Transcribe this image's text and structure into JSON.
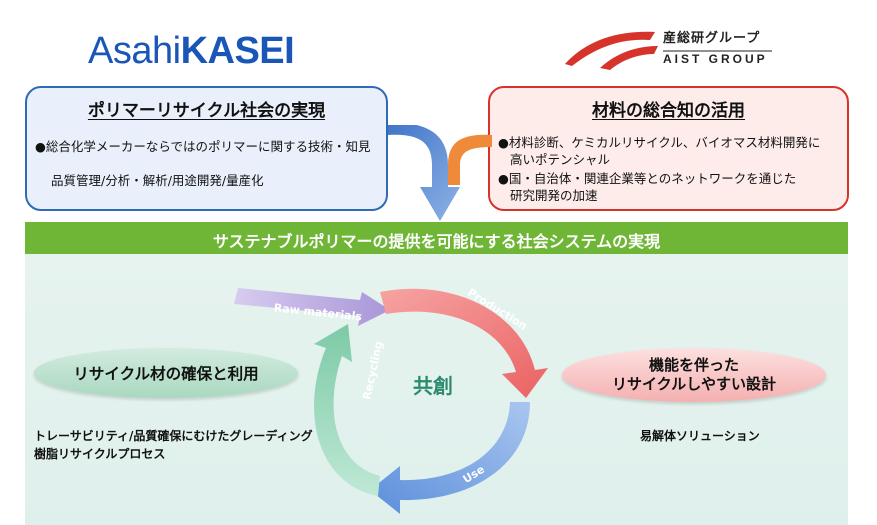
{
  "logos": {
    "asahi_part1": "Asahi",
    "asahi_part2": "KASEI",
    "aist_jp": "産総研グループ",
    "aist_en": "AIST GROUP"
  },
  "left_box": {
    "title": "ポリマーリサイクル社会の実現",
    "bullet1": "●総合化学メーカーならではのポリマーに関する技術・知見",
    "line2": "品質管理/分析・解析/用途開発/量産化"
  },
  "right_box": {
    "title": "材料の総合知の活用",
    "bullet1_line1": "●材料診断、ケミカルリサイクル、バイオマス材料開発に",
    "bullet1_line2": "高いポテンシャル",
    "bullet2_line1": "●国・自治体・関連企業等とのネットワークを通じた",
    "bullet2_line2": "研究開発の加速"
  },
  "banner": "サステナブルポリマーの提供を可能にする社会システムの実現",
  "cycle": {
    "raw_materials": "Raw materials",
    "production": "Production",
    "use": "Use",
    "recycling": "Recycling",
    "center": "共創"
  },
  "left_ellipse": {
    "label": "リサイクル材の確保と利用",
    "sub1": "トレーサビリティ/品質確保にむけたグレーディング",
    "sub2": "樹脂リサイクルプロセス"
  },
  "right_ellipse": {
    "line1": "機能を伴った",
    "line2": "リサイクルしやすい設計",
    "sub": "易解体ソリューション"
  },
  "colors": {
    "asahi_blue": "#1a56b8",
    "aist_red": "#d6332b",
    "banner_green": "#6fb536",
    "production_red": "#f07a7a",
    "use_blue": "#6f9ee0",
    "recycling_green": "#8fd3b3",
    "raw_purple": "#b9a6dc"
  }
}
